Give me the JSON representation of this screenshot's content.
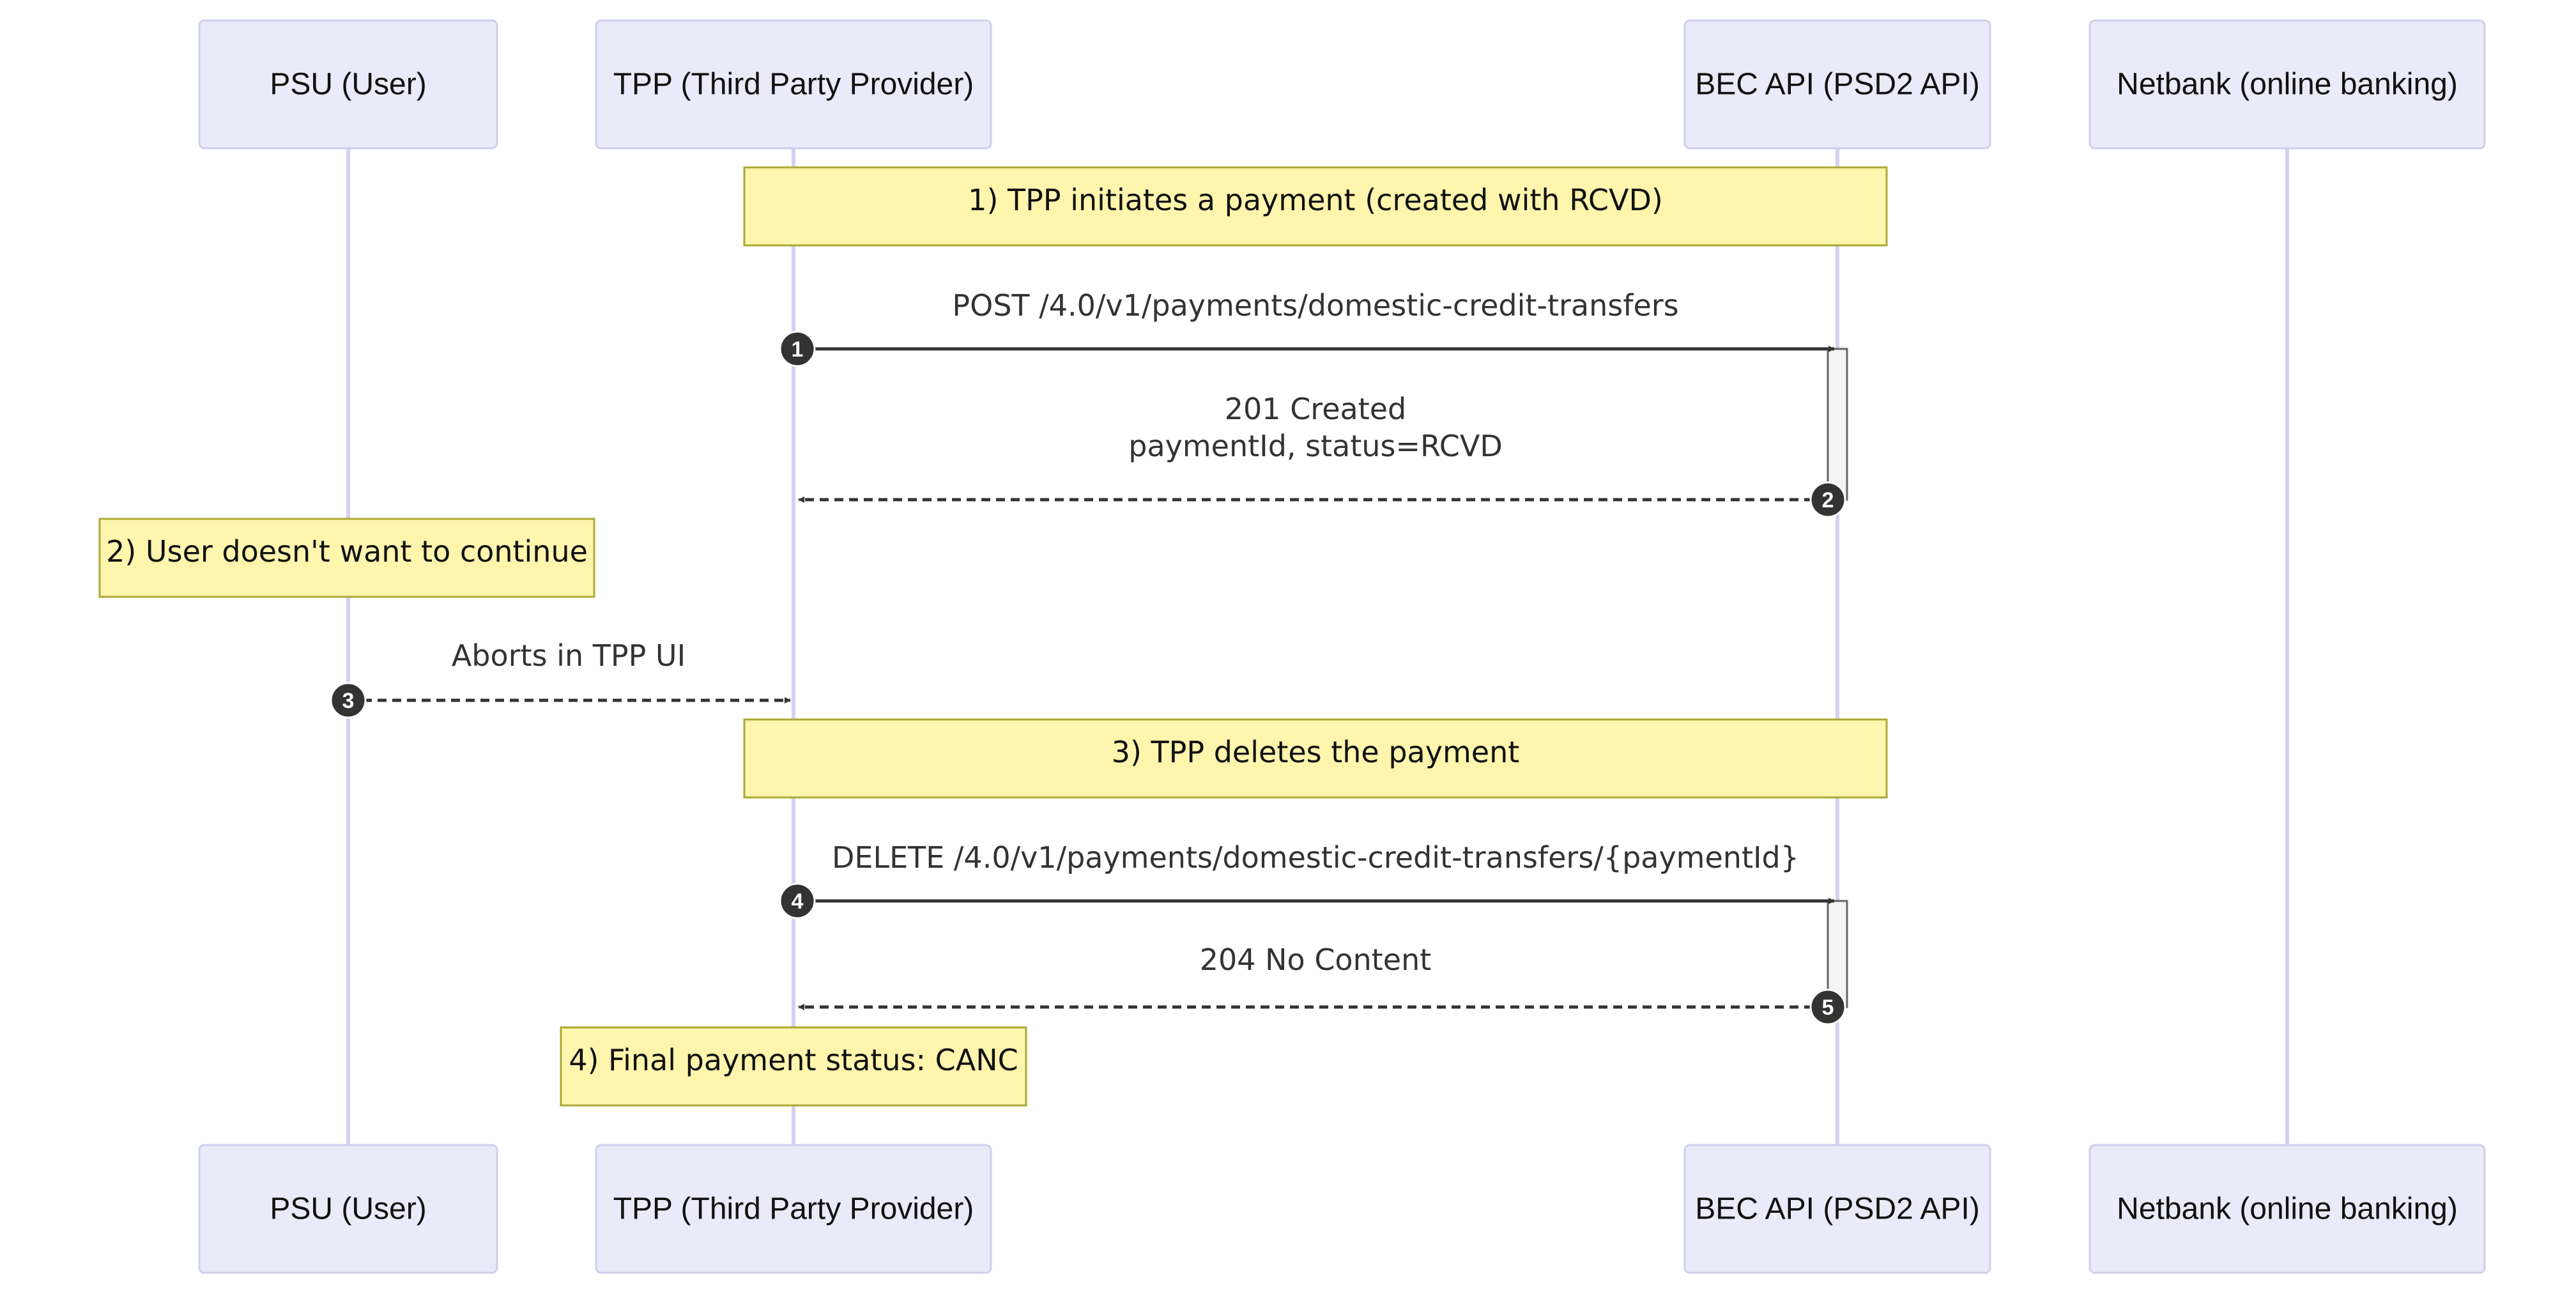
{
  "participants": [
    {
      "id": "psu",
      "label": "PSU (User)"
    },
    {
      "id": "tpp",
      "label": "TPP (Third Party Provider)"
    },
    {
      "id": "bec",
      "label": "BEC API (PSD2 API)"
    },
    {
      "id": "netbank",
      "label": "Netbank (online banking)"
    }
  ],
  "notes": [
    {
      "text": "1) TPP initiates a payment (created with RCVD)"
    },
    {
      "text": "2) User doesn't want to continue"
    },
    {
      "text": "3) TPP deletes the payment"
    },
    {
      "text": "4) Final payment status: CANC"
    }
  ],
  "messages": [
    {
      "step": "1",
      "from": "tpp",
      "to": "bec",
      "style": "solid",
      "lines": [
        "POST /4.0/v1/payments/domestic-credit-transfers"
      ]
    },
    {
      "step": "2",
      "from": "bec",
      "to": "tpp",
      "style": "dashed",
      "lines": [
        "201 Created",
        "paymentId, status=RCVD"
      ]
    },
    {
      "step": "3",
      "from": "psu",
      "to": "tpp",
      "style": "dashed",
      "lines": [
        "Aborts in TPP UI"
      ]
    },
    {
      "step": "4",
      "from": "tpp",
      "to": "bec",
      "style": "solid",
      "lines": [
        "DELETE /4.0/v1/payments/domestic-credit-transfers/{paymentId}"
      ]
    },
    {
      "step": "5",
      "from": "bec",
      "to": "tpp",
      "style": "dashed",
      "lines": [
        "204 No Content"
      ]
    }
  ],
  "colors": {
    "actor_fill": "#eaeaf8",
    "note_fill": "#fff5ad",
    "line": "#333333",
    "lifeline": "#d4d0f0"
  }
}
